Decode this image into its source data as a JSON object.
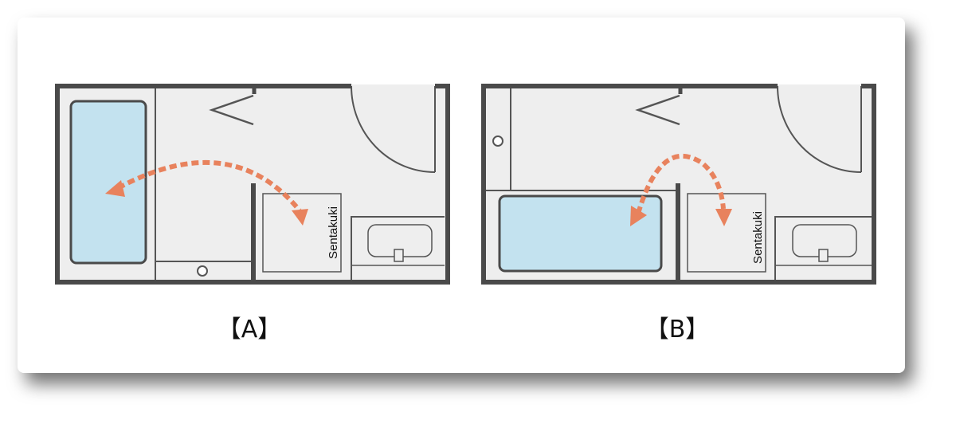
{
  "plans": [
    {
      "caption": "【A】",
      "appliance_label": "Sentakuki"
    },
    {
      "caption": "【B】",
      "appliance_label": "Sentakuki"
    }
  ],
  "colors": {
    "wall": "#4a4a4a",
    "floor": "#eeeeee",
    "bathtub": "#c3e2ef",
    "arrow": "#e8825d",
    "fixture_line": "#555555"
  },
  "icons": [
    "bathtub-icon",
    "door-swing-icon",
    "sink-icon",
    "drain-icon",
    "double-arrow-icon"
  ]
}
